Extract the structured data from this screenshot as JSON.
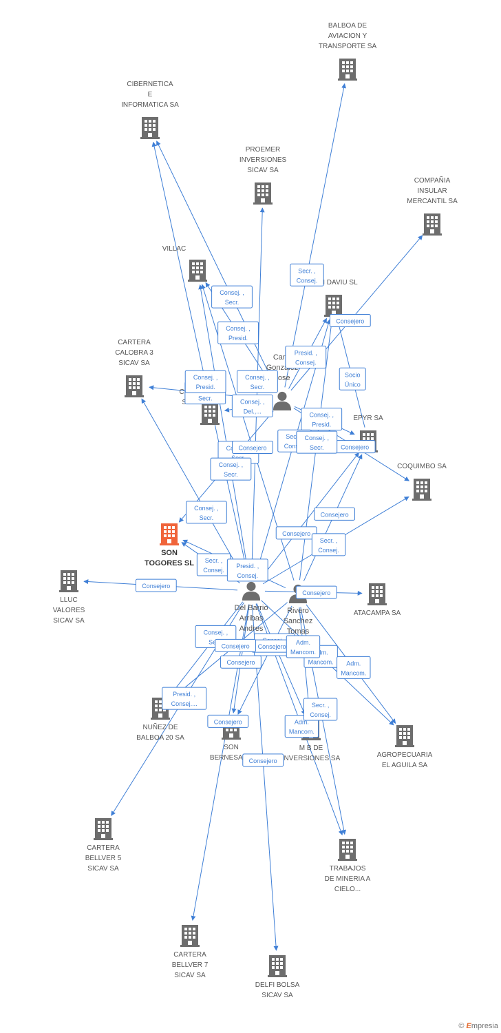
{
  "colors": {
    "edge": "#3f7fd6",
    "building": "#6d6d6d",
    "focus": "#f0643a",
    "person": "#6d6d6d"
  },
  "companies": [
    {
      "id": "balboa",
      "label": [
        "BALBOA DE",
        "AVIACION Y",
        "TRANSPORTE SA"
      ]
    },
    {
      "id": "cibernetica",
      "label": [
        "CIBERNETICA",
        "E",
        "INFORMATICA SA"
      ]
    },
    {
      "id": "proemer",
      "label": [
        "PROEMER",
        "INVERSIONES",
        "SICAV SA"
      ]
    },
    {
      "id": "compania",
      "label": [
        "COMPAÑIA",
        "INSULAR",
        "MERCANTIL SA"
      ]
    },
    {
      "id": "villac",
      "label": [
        "VILLAC"
      ]
    },
    {
      "id": "sondaviu",
      "label": [
        "SON DAVIU SL"
      ]
    },
    {
      "id": "calobra",
      "label": [
        "CARTERA",
        "CALOBRA 3",
        "SICAV SA"
      ]
    },
    {
      "id": "cha",
      "label": [
        "CHA",
        "SA"
      ]
    },
    {
      "id": "epyr",
      "label": [
        "EPYR SA"
      ]
    },
    {
      "id": "coquimbo",
      "label": [
        "COQUIMBO SA"
      ]
    },
    {
      "id": "sontogores",
      "label": [
        "SON",
        "TOGORES SL"
      ],
      "focus": true
    },
    {
      "id": "lluc",
      "label": [
        "LLUC",
        "VALORES",
        "SICAV SA"
      ]
    },
    {
      "id": "atacampa",
      "label": [
        "ATACAMPA SA"
      ]
    },
    {
      "id": "nunez",
      "label": [
        "NUÑEZ DE",
        "BALBOA 20 SA"
      ]
    },
    {
      "id": "sonbernesa",
      "label": [
        "SON",
        "BERNESA SL"
      ]
    },
    {
      "id": "mbde",
      "label": [
        "M B DE",
        "INVERSIONES SA"
      ]
    },
    {
      "id": "agropecuaria",
      "label": [
        "AGROPECUARIA",
        "EL AGUILA SA"
      ]
    },
    {
      "id": "bellver5",
      "label": [
        "CARTERA",
        "BELLVER 5",
        "SICAV SA"
      ]
    },
    {
      "id": "trabajos",
      "label": [
        "TRABAJOS",
        "DE MINERIA A",
        "CIELO..."
      ]
    },
    {
      "id": "bellver7",
      "label": [
        "CARTERA",
        "BELLVER 7",
        "SICAV SA"
      ]
    },
    {
      "id": "delfi",
      "label": [
        "DELFI BOLSA",
        "SICAV SA"
      ]
    }
  ],
  "persons": [
    {
      "id": "cano",
      "label": [
        "Cano",
        "Gonzalez",
        "Jose"
      ]
    },
    {
      "id": "delbarrio",
      "label": [
        "Del Barrio",
        "Arribas",
        "Andres"
      ]
    },
    {
      "id": "rivero",
      "label": [
        "Rivero",
        "Sanchez",
        "Tomas"
      ]
    }
  ],
  "edges": [
    {
      "from": "cano",
      "to": "balboa",
      "label": [
        "Secr. ,",
        "Consej."
      ]
    },
    {
      "from": "cano",
      "to": "compania",
      "label": [
        "Consejero"
      ]
    },
    {
      "from": "cano",
      "to": "villac",
      "label": [
        "Consej. ,",
        "Presid."
      ]
    },
    {
      "from": "cano",
      "to": "cibernetica",
      "label": [
        "Consej. ,",
        "Secr."
      ]
    },
    {
      "from": "cano",
      "to": "sondaviu",
      "label": [
        "Presid. ,",
        "Consej."
      ]
    },
    {
      "from": "cano",
      "to": "calobra",
      "label": [
        "Consej. ,",
        "Secr."
      ]
    },
    {
      "from": "cano",
      "to": "cha",
      "label": [
        "Consej. ,",
        "Del.,..."
      ]
    },
    {
      "from": "cano",
      "to": "epyr",
      "label": [
        "Consej. ,",
        "Presid."
      ]
    },
    {
      "from": "cano",
      "to": "coquimbo",
      "label": [
        "Consejero"
      ]
    },
    {
      "from": "cano",
      "to": "sontogores",
      "label": [
        "Consej. ,",
        "Secr."
      ]
    },
    {
      "from": "epyr",
      "to": "sondaviu",
      "label": [
        "Socio",
        "Único"
      ]
    },
    {
      "from": "delbarrio",
      "to": "proemer",
      "label": [
        "Consej. ,",
        "Secr."
      ]
    },
    {
      "from": "delbarrio",
      "to": "villac",
      "label": [
        "Consej. ,",
        "Secr."
      ]
    },
    {
      "from": "delbarrio",
      "to": "cibernetica",
      "label": [
        "Consej. ,",
        "Presid."
      ]
    },
    {
      "from": "delbarrio",
      "to": "sondaviu",
      "label": [
        "Secr. ,",
        "Consej."
      ]
    },
    {
      "from": "delbarrio",
      "to": "calobra",
      "label": [
        "Consej. ,",
        "Secr."
      ]
    },
    {
      "from": "delbarrio",
      "to": "sontogores",
      "label": [
        "Secr. ,",
        "Consej."
      ]
    },
    {
      "from": "delbarrio",
      "to": "lluc",
      "label": [
        "Consejero"
      ]
    },
    {
      "from": "delbarrio",
      "to": "epyr",
      "label": [
        "Consejero"
      ]
    },
    {
      "from": "delbarrio",
      "to": "coquimbo",
      "label": [
        "Secr. ,",
        "Consej."
      ]
    },
    {
      "from": "delbarrio",
      "to": "atacampa",
      "label": [
        "Consejero"
      ]
    },
    {
      "from": "delbarrio",
      "to": "nunez",
      "label": [
        "Consej. ,",
        "Secr."
      ]
    },
    {
      "from": "delbarrio",
      "to": "bellver5",
      "label": [
        "Presid. ,",
        "Consej...."
      ]
    },
    {
      "from": "delbarrio",
      "to": "sonbernesa",
      "label": [
        "Consejero"
      ]
    },
    {
      "from": "delbarrio",
      "to": "mbde",
      "label": [
        "Consej. ,",
        "Secr."
      ]
    },
    {
      "from": "delbarrio",
      "to": "agropecuaria",
      "label": [
        "Adm.",
        "Mancom."
      ]
    },
    {
      "from": "delbarrio",
      "to": "trabajos",
      "label": [
        "Adm.",
        "Mancom."
      ]
    },
    {
      "from": "delbarrio",
      "to": "bellver7",
      "label": [
        "Consejero"
      ]
    },
    {
      "from": "delbarrio",
      "to": "delfi",
      "label": [
        "Consejero"
      ]
    },
    {
      "from": "rivero",
      "to": "sondaviu",
      "label": [
        "Consej. ,",
        "Secr."
      ]
    },
    {
      "from": "rivero",
      "to": "sontogores",
      "label": [
        "Presid. ,",
        "Consej."
      ]
    },
    {
      "from": "rivero",
      "to": "villac",
      "label": [
        "Consejero"
      ]
    },
    {
      "from": "rivero",
      "to": "epyr",
      "label": [
        "Consejero"
      ]
    },
    {
      "from": "rivero",
      "to": "sonbernesa",
      "label": [
        "Consejero"
      ]
    },
    {
      "from": "rivero",
      "to": "nunez",
      "label": [
        "Consejero"
      ]
    },
    {
      "from": "rivero",
      "to": "agropecuaria",
      "label": [
        "Adm.",
        "Mancom."
      ]
    },
    {
      "from": "rivero",
      "to": "mbde",
      "label": [
        "Adm.",
        "Mancom."
      ]
    },
    {
      "from": "rivero",
      "to": "trabajos",
      "label": [
        "Secr. ,",
        "Consej."
      ]
    }
  ],
  "brand": {
    "symbol": "©",
    "initial": "E",
    "name": "mpresia"
  }
}
